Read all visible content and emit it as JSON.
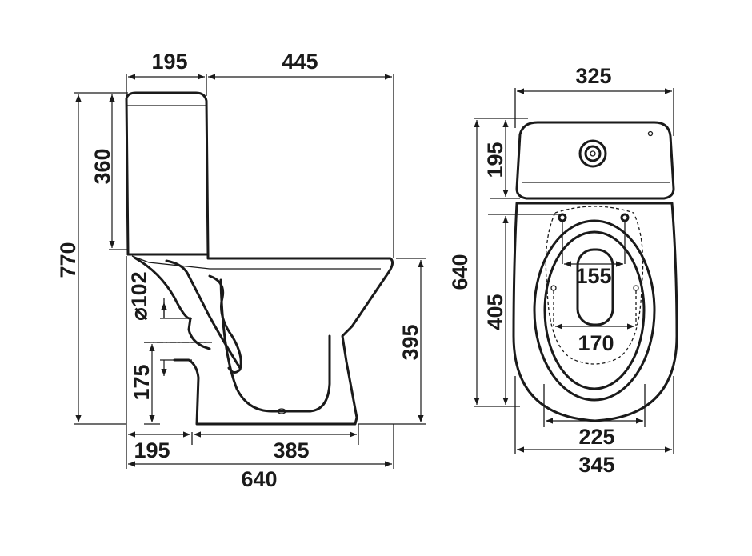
{
  "side_view": {
    "tank_depth": "195",
    "bowl_projection": "445",
    "tank_height": "360",
    "total_height": "770",
    "outlet_diameter": "⌀102",
    "outlet_height": "175",
    "seat_height": "395",
    "rear_to_outlet": "195",
    "outlet_to_front": "385",
    "total_length": "640"
  },
  "top_view": {
    "total_width": "325",
    "tank_front_depth": "195",
    "total_length": "640",
    "rim_depth": "405",
    "hinge_spacing": "155",
    "inner_width": "170",
    "base_width": "225",
    "bowl_width": "345"
  }
}
